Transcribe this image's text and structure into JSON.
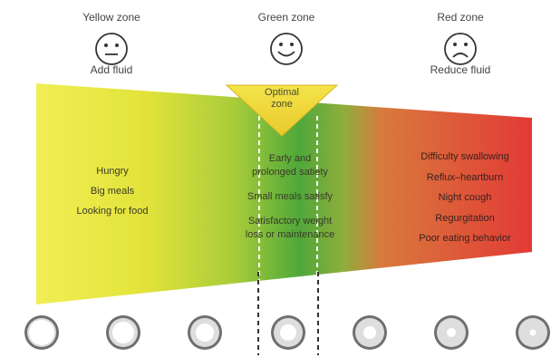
{
  "zones": {
    "yellow": {
      "title": "Yellow zone",
      "action": "Add fluid",
      "face": "neutral-face"
    },
    "green": {
      "title": "Green zone",
      "action": "",
      "face": "smiley-face"
    },
    "red": {
      "title": "Red zone",
      "action": "Reduce fluid",
      "face": "sad-face"
    }
  },
  "optimal": {
    "line1": "Optimal",
    "line2": "zone"
  },
  "left_list": [
    "Hungry",
    "Big meals",
    "Looking for food"
  ],
  "center_list": [
    "Early and",
    "prolonged satiety",
    "Small meals satisfy",
    "Satisfactory weight",
    "loss or maintenance"
  ],
  "right_list": [
    "Difficulty swallowing",
    "Reflux–heartburn",
    "Night cough",
    "Regurgitation",
    "Poor eating behavior"
  ],
  "colors": {
    "yellow": "#e8ec3a",
    "green": "#5fb43c",
    "red": "#e2413a",
    "ring": "#6f6f6f"
  },
  "rings": [
    "largest-lumen",
    "large-lumen",
    "medium-large-lumen",
    "medium-lumen",
    "medium-small-lumen",
    "small-lumen",
    "smallest-lumen"
  ]
}
